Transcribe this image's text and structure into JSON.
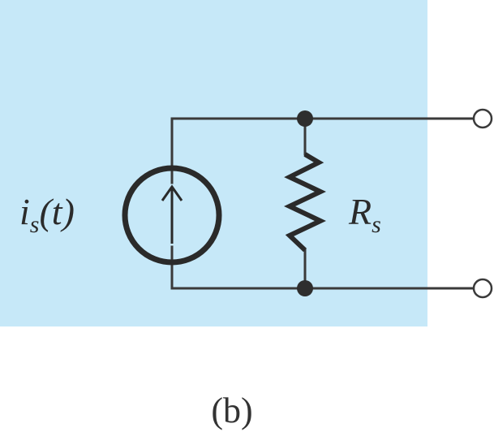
{
  "colors": {
    "panel_background": "#c6e8f8",
    "wire": "#3a3a3a",
    "component": "#2a2a2a",
    "text": "#2b2b2b"
  },
  "source": {
    "symbol": "i",
    "subscript": "s",
    "argument": "(t)",
    "icon": "current-source-arrow-up"
  },
  "resistor": {
    "symbol": "R",
    "subscript": "s",
    "icon": "zigzag-resistor"
  },
  "caption": "(b)"
}
